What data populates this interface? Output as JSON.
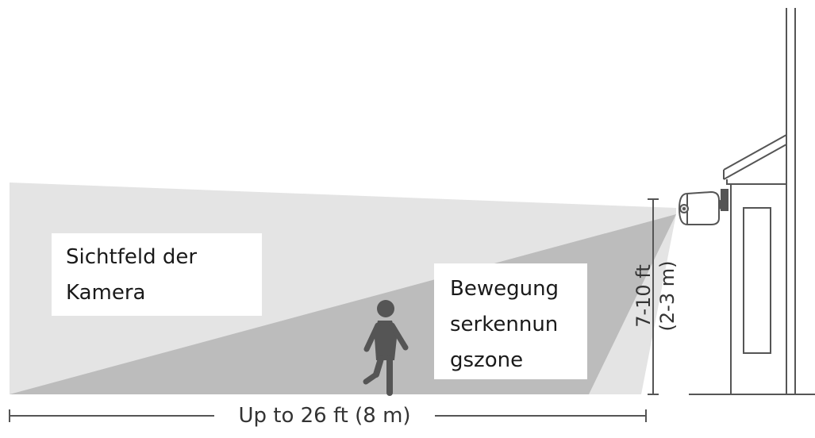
{
  "labels": {
    "field_of_view": [
      "Sichtfeld der",
      "Kamera"
    ],
    "motion_zone": [
      "Bewegung",
      "serkennun",
      "gszone"
    ],
    "mount_height": [
      "7-10 ft",
      "(2-3 m)"
    ],
    "distance": "Up to 26 ft (8 m)"
  },
  "icons": {
    "camera": "camera-icon",
    "person": "walking-person-icon",
    "house": "house-wall-icon"
  },
  "colors": {
    "field_of_view": "#e4e4e4",
    "motion_zone": "#bcbcbc",
    "person": "#555555",
    "lines": "#555555",
    "text": "#1a1a1a"
  }
}
